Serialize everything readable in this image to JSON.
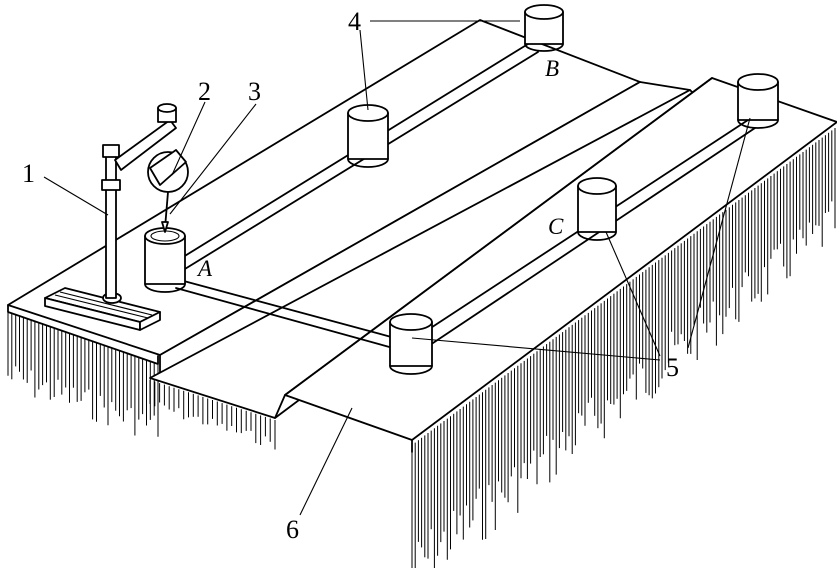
{
  "callouts": {
    "c1": "1",
    "c2": "2",
    "c3": "3",
    "c4": "4",
    "c5": "5",
    "c6": "6"
  },
  "points": {
    "A": "A",
    "B": "B",
    "C": "C"
  }
}
